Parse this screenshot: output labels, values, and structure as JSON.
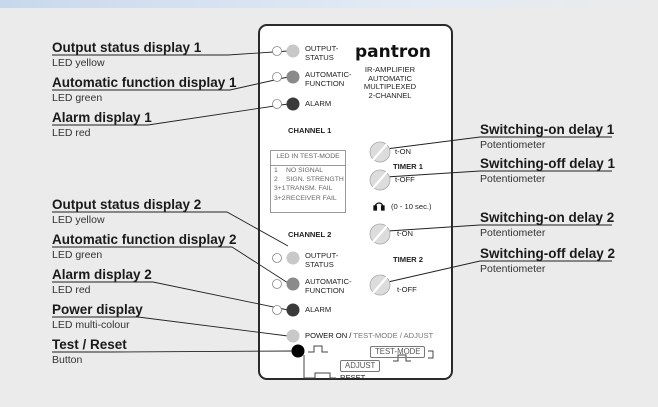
{
  "callouts_left": [
    {
      "title": "Output status display 1",
      "subtitle": "LED yellow"
    },
    {
      "title": "Automatic function display 1",
      "subtitle": "LED green"
    },
    {
      "title": "Alarm display 1",
      "subtitle": "LED red"
    },
    {
      "title": "Output status display 2",
      "subtitle": "LED yellow"
    },
    {
      "title": "Automatic function display 2",
      "subtitle": "LED green"
    },
    {
      "title": "Alarm display 2",
      "subtitle": "LED red"
    },
    {
      "title": "Power display",
      "subtitle": "LED multi-colour"
    },
    {
      "title": "Test / Reset",
      "subtitle": "Button"
    }
  ],
  "callouts_right": [
    {
      "title": "Switching-on delay 1",
      "subtitle": "Potentiometer"
    },
    {
      "title": "Switching-off delay 1",
      "subtitle": "Potentiometer"
    },
    {
      "title": "Switching-on delay 2",
      "subtitle": "Potentiometer"
    },
    {
      "title": "Switching-off delay 2",
      "subtitle": "Potentiometer"
    }
  ],
  "device": {
    "brand": "pantron",
    "description": [
      "IR-AMPLIFIER",
      "AUTOMATIC",
      "MULTIPLEXED",
      "2-CHANNEL"
    ],
    "channel1": "CHANNEL 1",
    "channel2": "CHANNEL 2",
    "timer1": "TIMER 1",
    "timer2": "TIMER 2",
    "output_status": [
      "OUTPUT-",
      "STATUS"
    ],
    "automatic_function": [
      "AUTOMATIC-",
      "FUNCTION"
    ],
    "alarm": "ALARM",
    "t_on": "t-ON",
    "t_off": "t-OFF",
    "timer_range": "(0 - 10 sec.)",
    "led_numbers": [
      "1",
      "2",
      "3"
    ],
    "led_test_title": "LED IN TEST-MODE",
    "led_test_rows": [
      {
        "key": "1",
        "value": "NO SIGNAL"
      },
      {
        "key": "2",
        "value": "SIGN. STRENGTH"
      },
      {
        "key": "3+1",
        "value": "TRANSM. FAIL"
      },
      {
        "key": "3+2",
        "value": "RECEIVER FAIL"
      }
    ],
    "power_on": "POWER ON /",
    "test_adjust": "TEST-MODE / ADJUST",
    "test_mode_box": "TEST-MODE",
    "adjust_box": "ADJUST",
    "reset": "RESET"
  },
  "colors": {
    "led_yellow": "#c8c8c8",
    "led_green": "#8a8a8a",
    "led_red": "#3a3a3a",
    "led_power": "#c8c8c8",
    "button": "#000000",
    "background": "#ebebeb"
  }
}
